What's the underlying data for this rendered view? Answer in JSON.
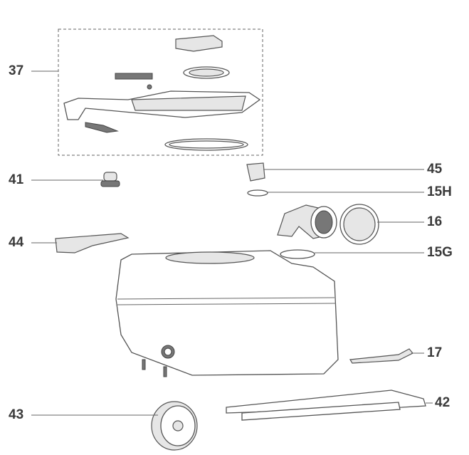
{
  "diagram": {
    "type": "exploded parts diagram",
    "labels": [
      {
        "id": "37"
      },
      {
        "id": "41"
      },
      {
        "id": "44"
      },
      {
        "id": "43"
      },
      {
        "id": "45"
      },
      {
        "id": "15H"
      },
      {
        "id": "16"
      },
      {
        "id": "15G"
      },
      {
        "id": "17"
      },
      {
        "id": "42"
      }
    ]
  }
}
